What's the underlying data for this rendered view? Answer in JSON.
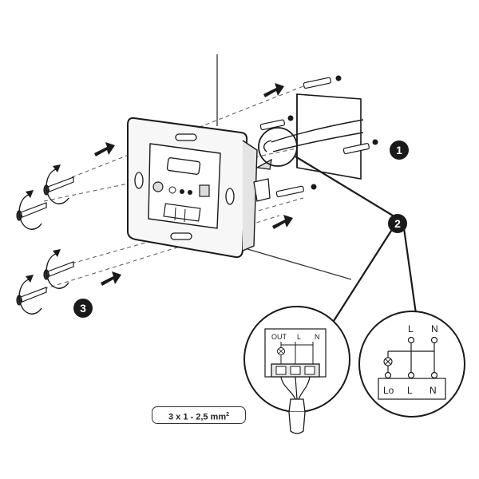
{
  "steps": {
    "step1": "1",
    "step2": "2",
    "step3": "3"
  },
  "detail_wiring": {
    "terminal_out": "OUT",
    "terminal_l": "L",
    "terminal_n": "N"
  },
  "detail_schematic": {
    "top_l": "L",
    "top_n": "N",
    "bottom_lo": "Lo",
    "bottom_l": "L",
    "bottom_n": "N"
  },
  "cable": {
    "spec": "3 x 1 - 2,5 mm",
    "unit_exponent": "2"
  },
  "colors": {
    "line": "#1a1a1a",
    "device_fill": "#f7f7f7",
    "badge": "#1a1a1a"
  }
}
